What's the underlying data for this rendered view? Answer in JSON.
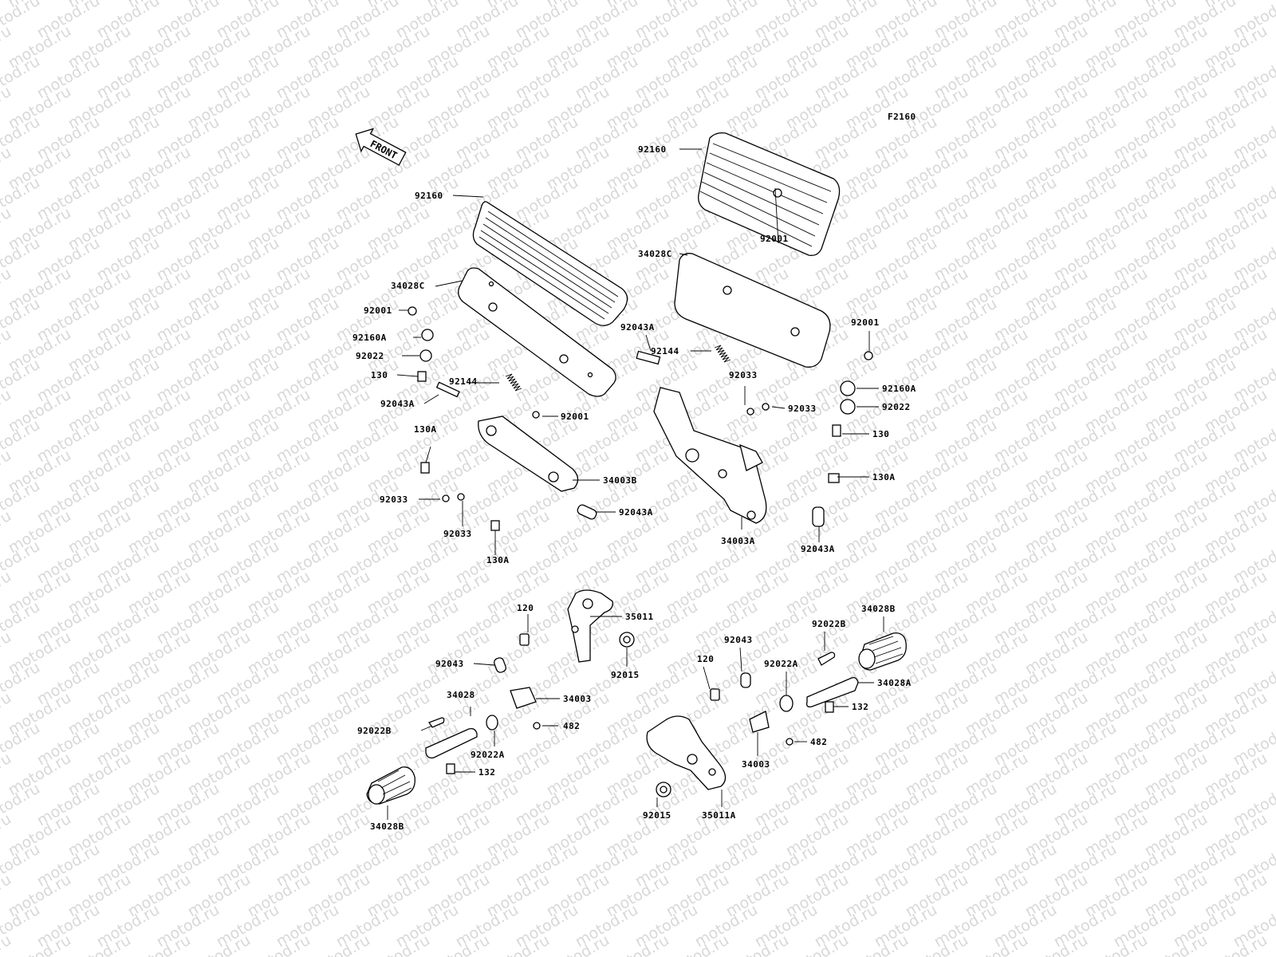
{
  "watermark": {
    "text": "motod.ru"
  },
  "diagram_code": "F2160",
  "front_arrow": {
    "text": "FRONT"
  },
  "callouts": {
    "l_92160": "92160",
    "l_34028C": "34028C",
    "l_92001_a": "92001",
    "l_92160A": "92160A",
    "l_92022": "92022",
    "l_130": "130",
    "l_92043A_a": "92043A",
    "l_130A_a": "130A",
    "l_92144": "92144",
    "l_92001_b": "92001",
    "l_34003B": "34003B",
    "l_92033_a": "92033",
    "l_92033_b": "92033",
    "l_92043A_b": "92043A",
    "l_130A_b": "130A",
    "r_92160": "92160",
    "r_34028C": "34028C",
    "r_92001_a": "92001",
    "r_92001_b": "92001",
    "r_92043A_a": "92043A",
    "r_92144": "92144",
    "r_92033_a": "92033",
    "r_92033_b": "92033",
    "r_92160A": "92160A",
    "r_92022": "92022",
    "r_130": "130",
    "r_130A": "130A",
    "r_34003A": "34003A",
    "r_92043A_b": "92043A",
    "bl_120": "120",
    "bl_35011": "35011",
    "bl_92043": "92043",
    "bl_92015": "92015",
    "bl_34003": "34003",
    "bl_34028": "34028",
    "bl_482": "482",
    "bl_92022B": "92022B",
    "bl_92022A": "92022A",
    "bl_132": "132",
    "bl_34028B": "34028B",
    "br_92043": "92043",
    "br_92022B": "92022B",
    "br_34028B": "34028B",
    "br_120": "120",
    "br_92022A": "92022A",
    "br_34028A": "34028A",
    "br_132": "132",
    "br_482": "482",
    "br_34003": "34003",
    "br_92015": "92015",
    "br_35011A": "35011A"
  }
}
